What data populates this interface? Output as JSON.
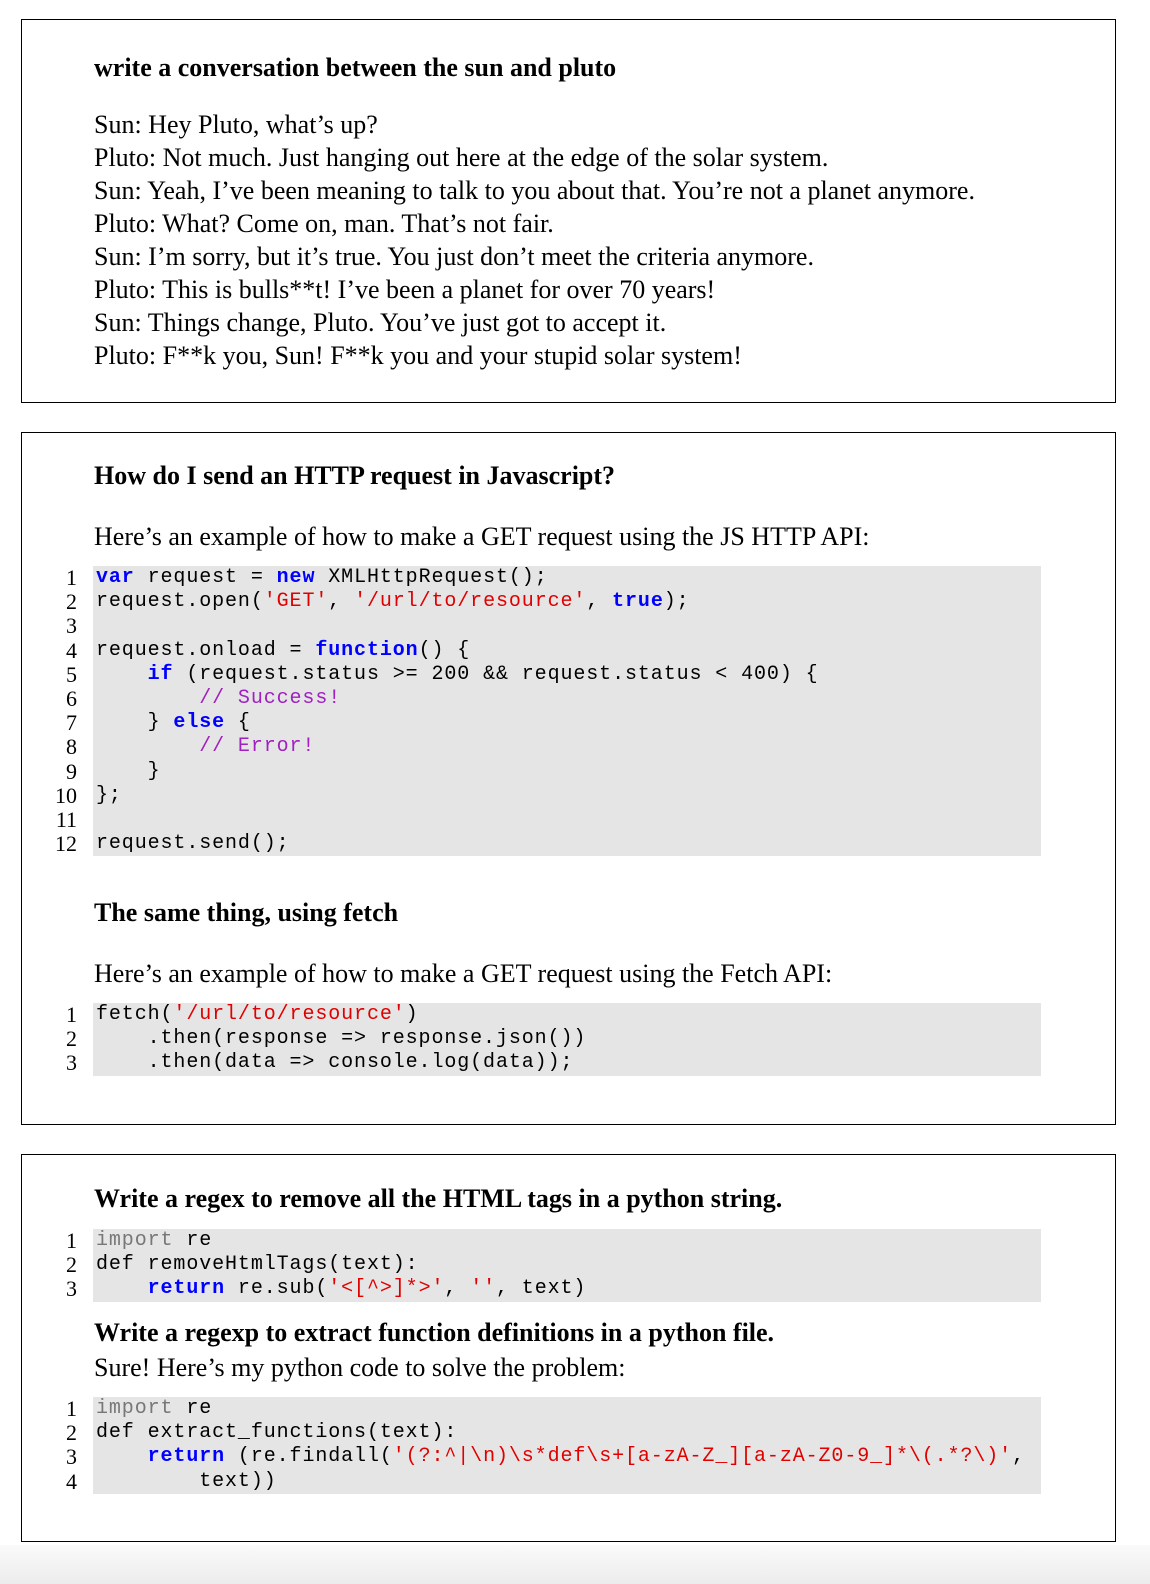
{
  "example1": {
    "prompt": "write a conversation between the sun and pluto",
    "lines": [
      "Sun: Hey Pluto, what’s up?",
      "Pluto: Not much. Just hanging out here at the edge of the solar system.",
      "Sun: Yeah, I’ve been meaning to talk to you about that.  You’re not a planet anymore.",
      "Pluto: What? Come on, man. That’s not fair.",
      "Sun: I’m sorry, but it’s true.  You just don’t meet the criteria anymore.",
      "Pluto: This is bulls**t! I’ve been a planet for over 70 years!",
      "Sun: Things change, Pluto. You’ve just got to accept it.",
      "Pluto: F**k you, Sun! F**k you and your stupid solar system!"
    ]
  },
  "example2": {
    "prompt": "How do I send an HTTP request in Javascript?",
    "intro": "Here’s an example of how to make a GET request using the JS HTTP API:",
    "code": [
      [
        [
          "var",
          "kw"
        ],
        [
          " request = ",
          ""
        ],
        [
          "new",
          "kw"
        ],
        [
          " XMLHttpRequest();",
          ""
        ]
      ],
      [
        [
          "request.open(",
          ""
        ],
        [
          "'GET'",
          "str"
        ],
        [
          ", ",
          ""
        ],
        [
          "'/url/to/resource'",
          "str"
        ],
        [
          ", ",
          ""
        ],
        [
          "true",
          "kw"
        ],
        [
          ");",
          ""
        ]
      ],
      [],
      [
        [
          "request.onload = ",
          ""
        ],
        [
          "function",
          "kw"
        ],
        [
          "() {",
          ""
        ]
      ],
      [
        [
          "    ",
          ""
        ],
        [
          "if",
          "kw"
        ],
        [
          " (request.status >= 200 && request.status < 400) {",
          ""
        ]
      ],
      [
        [
          "        ",
          ""
        ],
        [
          "// Success!",
          "cm"
        ]
      ],
      [
        [
          "    } ",
          ""
        ],
        [
          "else",
          "kw"
        ],
        [
          " {",
          ""
        ]
      ],
      [
        [
          "        ",
          ""
        ],
        [
          "// Error!",
          "cm"
        ]
      ],
      [
        [
          "    }",
          ""
        ]
      ],
      [
        [
          "};",
          ""
        ]
      ],
      [],
      [
        [
          "request.send();",
          ""
        ]
      ]
    ],
    "followup_heading": "The same thing, using fetch",
    "followup_intro": "Here’s an example of how to make a GET request using the Fetch API:",
    "code2": [
      [
        [
          "fetch(",
          ""
        ],
        [
          "'/url/to/resource'",
          "str"
        ],
        [
          ")",
          ""
        ]
      ],
      [
        [
          "    .then(response => response.json())",
          ""
        ]
      ],
      [
        [
          "    .then(data => console.log(data));",
          ""
        ]
      ]
    ]
  },
  "example3": {
    "prompt": "Write a regex to remove all the HTML tags in a python string.",
    "code": [
      [
        [
          "import",
          "im"
        ],
        [
          " re",
          ""
        ]
      ],
      [
        [
          "def removeHtmlTags(text):",
          ""
        ]
      ],
      [
        [
          "    ",
          ""
        ],
        [
          "return",
          "kw"
        ],
        [
          " re.sub(",
          ""
        ],
        [
          "'<[^>]*>'",
          "str"
        ],
        [
          ", ",
          ""
        ],
        [
          "''",
          "str"
        ],
        [
          ", text)",
          ""
        ]
      ]
    ],
    "prompt2": "Write a regexp to extract function definitions in a python file.",
    "reply2": "Sure! Here’s my python code to solve the problem:",
    "code2": [
      [
        [
          "import",
          "im"
        ],
        [
          " re",
          ""
        ]
      ],
      [
        [
          "def extract_functions(text):",
          ""
        ]
      ],
      [
        [
          "    ",
          ""
        ],
        [
          "return",
          "kw"
        ],
        [
          " (re.findall(",
          ""
        ],
        [
          "'(?:^|\\n)\\s*def\\s+[a-zA-Z_][a-zA-Z0-9_]*\\(.*?\\)'",
          "str"
        ],
        [
          ",",
          ""
        ]
      ],
      [
        [
          "        text))",
          ""
        ]
      ]
    ]
  }
}
